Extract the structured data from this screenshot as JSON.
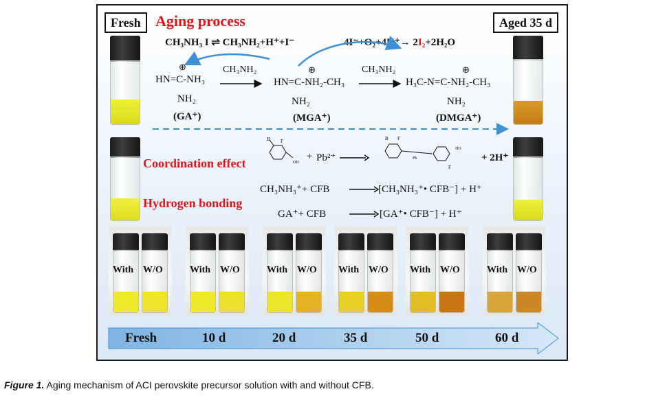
{
  "labels": {
    "fresh": "Fresh",
    "aging_process": "Aging process",
    "aged": "Aged 35 d",
    "coordination": "Coordination effect",
    "hbond": "Hydrogen bonding"
  },
  "equations": {
    "eq1": "CH₃NH₃ I ⇌ CH₃NH₂+H⁺+I⁻",
    "eq2_a": "4I⁻+O₂+4H⁺→ 2",
    "eq2_i2": "I₂",
    "eq2_b": "+2H₂O",
    "reagent": "CH₃NH₂",
    "ga_struct": "HN=C-NH₃",
    "ga_nh2": "NH₂",
    "ga_name": "(GA⁺)",
    "mga_struct": "HN=C-NH₂-CH₃",
    "mga_nh2": "NH₂",
    "mga_name": "(MGA⁺)",
    "dmga_struct": "H₃C-N=C-NH₂-CH₃",
    "dmga_nh2": "NH₂",
    "dmga_name": "(DMGA⁺)",
    "coord_plus": "+",
    "pb": "Pb²⁺",
    "coord_h": "+ 2H⁺",
    "hb1_left": "CH₃NH₃⁺+ CFB",
    "hb1_right": "[CH₃NH₃⁺• CFB⁻] + H⁺",
    "hb2_left": "GA⁺+ CFB",
    "hb2_right": "[GA⁺• CFB⁻] + H⁺"
  },
  "mol_atoms": {
    "b": "B",
    "oh": "OH",
    "ho": "HO",
    "f": "F",
    "o": "O",
    "pb": "Pb"
  },
  "samples": [
    {
      "with": "With",
      "wo": "W/O",
      "with_color": "#eeea2a",
      "wo_color": "#eee52b"
    },
    {
      "with": "With",
      "wo": "W/O",
      "with_color": "#eeea2a",
      "wo_color": "#ece02c"
    },
    {
      "with": "With",
      "wo": "W/O",
      "with_color": "#ece52a",
      "wo_color": "#e3b323"
    },
    {
      "with": "With",
      "wo": "W/O",
      "with_color": "#e7cf28",
      "wo_color": "#d58d17"
    },
    {
      "with": "With",
      "wo": "W/O",
      "with_color": "#e3bd24",
      "wo_color": "#c87614"
    },
    {
      "with": "With",
      "wo": "W/O",
      "with_color": "#d9a43a",
      "wo_color": "#c98726"
    }
  ],
  "timeline": [
    "Fresh",
    "10 d",
    "20 d",
    "35 d",
    "50 d",
    "60 d"
  ],
  "caption": {
    "label": "Figure 1.",
    "text": " Aging mechanism of ACI perovskite precursor solution with and without CFB."
  },
  "colors": {
    "accent_red": "#e0161a",
    "arrow_blue": "#3d8fd6",
    "timeline_blue": "#9cc6ec"
  }
}
